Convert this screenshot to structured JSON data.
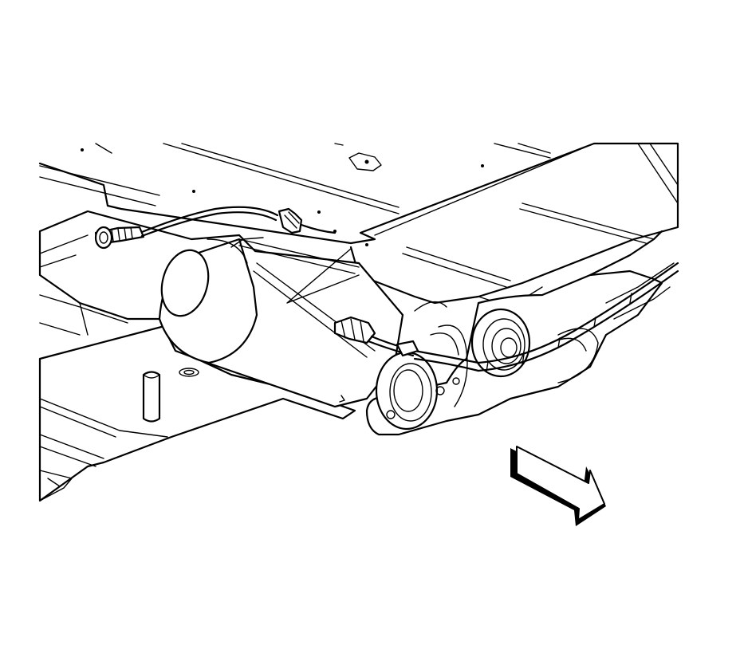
{
  "figure": {
    "background_color": "#ffffff",
    "line_color": "#000000",
    "components": [
      "floor-pan",
      "catalytic-converter",
      "exhaust-pipe",
      "oxygen-sensor",
      "sensor-wire-harness",
      "wire-connector",
      "heat-shield",
      "exhaust-manifold-flange",
      "wiring-loom",
      "crossmember-bracket"
    ],
    "direction_arrow": {
      "icon": "front-direction-arrow-icon",
      "fill_color": "#000000"
    }
  }
}
